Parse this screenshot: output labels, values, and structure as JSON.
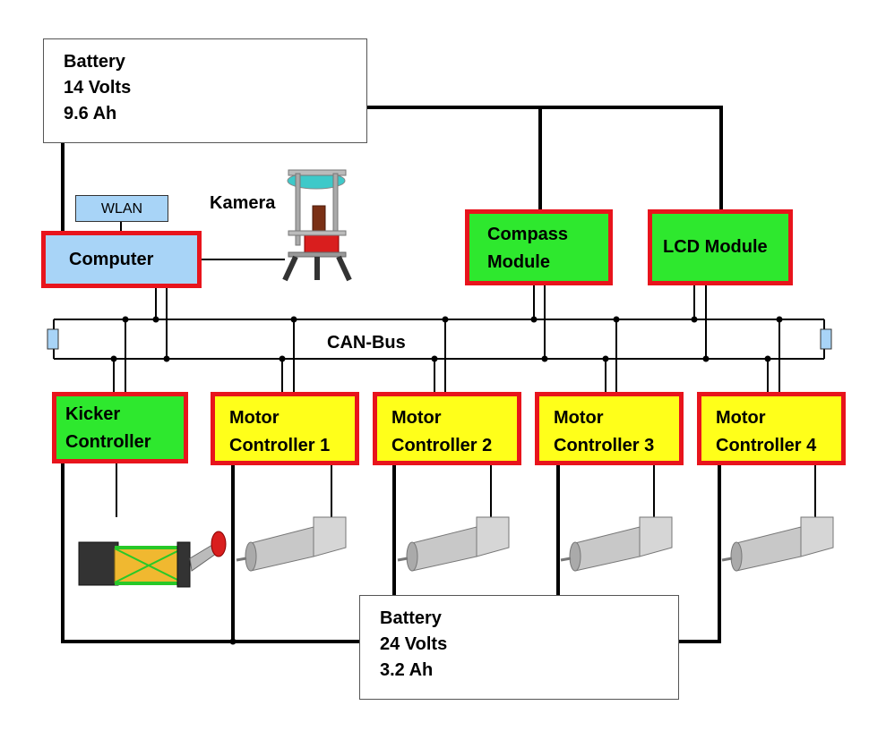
{
  "battery_top": {
    "lines": [
      "Battery",
      "14 Volts",
      "9.6 Ah"
    ]
  },
  "battery_bottom": {
    "lines": [
      "Battery",
      "24 Volts",
      "3.2 Ah"
    ]
  },
  "wlan": {
    "label": "WLAN"
  },
  "computer": {
    "label": "Computer"
  },
  "camera": {
    "label": "Kamera"
  },
  "compass": {
    "lines": [
      "Compass",
      "Module"
    ]
  },
  "lcd": {
    "label": "LCD Module"
  },
  "bus": {
    "label": "CAN-Bus"
  },
  "kicker": {
    "lines": [
      "Kicker",
      "Controller"
    ]
  },
  "motor_controllers": [
    {
      "lines": [
        "Motor",
        "Controller 1"
      ]
    },
    {
      "lines": [
        "Motor",
        "Controller 2"
      ]
    },
    {
      "lines": [
        "Motor",
        "Controller 3"
      ]
    },
    {
      "lines": [
        "Motor",
        "Controller 4"
      ]
    }
  ],
  "colors": {
    "module_border": "#e8141c",
    "green_module": "#2ee82e",
    "yellow_module": "#ffff1a",
    "blue_module": "#a8d4f7",
    "wire": "#000000",
    "terminator": "#a8d4f7"
  }
}
